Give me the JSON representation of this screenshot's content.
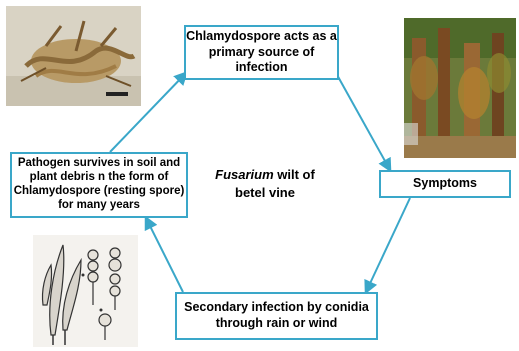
{
  "title": {
    "italic": "Fusarium",
    "rest": " wilt of",
    "line2": "betel vine"
  },
  "stages": {
    "primary": "Chlamydospore acts as a primary source of infection",
    "symptoms": "Symptoms",
    "secondary": "Secondary infection  by conidia through rain or wind",
    "survival": "Pathogen survives in soil and plant debris n the form of Chlamydospore  (resting spore) for many years"
  },
  "colors": {
    "box_border": "#3aa7c9",
    "arrow": "#3aa7c9"
  },
  "images": {
    "top_left": "photo-infected-roots",
    "top_right": "photo-wilting-betel-vines",
    "bottom_left": "drawing-fusarium-conidia-chlamydospores"
  }
}
